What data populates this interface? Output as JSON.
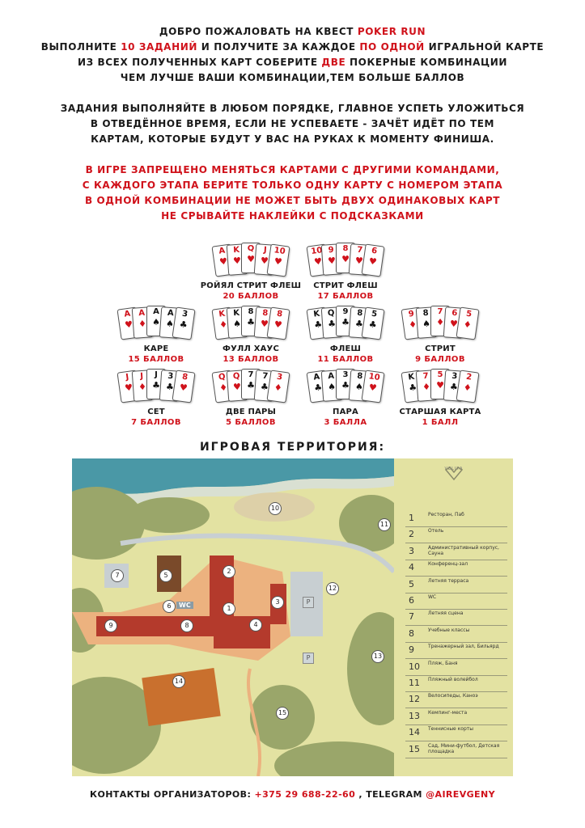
{
  "intro": {
    "l1a": "ДОБРО ПОЖАЛОВАТЬ НА КВЕСТ ",
    "l1b": "POKER RUN",
    "l2a": "ВЫПОЛНИТЕ ",
    "l2b": "10 ЗАДАНИЙ",
    "l2c": " И ПОЛУЧИТЕ ЗА КАЖДОЕ ",
    "l2d": "ПО ОДНОЙ",
    "l2e": " ИГРАЛЬНОЙ КАРТЕ",
    "l3a": "ИЗ ВСЕХ ПОЛУЧЕННЫХ КАРТ СОБЕРИТЕ ",
    "l3b": "ДВЕ",
    "l3c": " ПОКЕРНЫЕ КОМБИНАЦИИ",
    "l4": "ЧЕМ ЛУЧШЕ ВАШИ КОМБИНАЦИИ,ТЕМ БОЛЬШЕ БАЛЛОВ",
    "p2_1": "ЗАДАНИЯ  ВЫПОЛНЯЙТЕ В ЛЮБОМ ПОРЯДКЕ, ГЛАВНОЕ УСПЕТЬ УЛОЖИТЬСЯ",
    "p2_2": "В ОТВЕДЁННОЕ ВРЕМЯ, ЕСЛИ НЕ УСПЕВАЕТЕ - ЗАЧЁТ ИДЁТ ПО ТЕМ",
    "p2_3": "КАРТАМ, КОТОРЫЕ БУДУТ У ВАС НА РУКАХ К МОМЕНТУ ФИНИША."
  },
  "rules": [
    "В ИГРЕ ЗАПРЕЩЕНО МЕНЯТЬСЯ КАРТАМИ С ДРУГИМИ КОМАНДАМИ,",
    "С КАЖДОГО ЭТАПА БЕРИТЕ ТОЛЬКО ОДНУ КАРТУ С НОМЕРОМ ЭТАПА",
    "В ОДНОЙ КОМБИНАЦИИ НЕ МОЖЕТ БЫТЬ ДВУХ ОДИНАКОВЫХ КАРТ",
    "НЕ СРЫВАЙТЕ НАКЛЕЙКИ С ПОДСКАЗКАМИ"
  ],
  "hands": [
    {
      "name": "РОЙЯЛ СТРИТ ФЛЕШ",
      "points": "20 БАЛЛОВ",
      "cards": [
        [
          "A",
          "♥",
          "r"
        ],
        [
          "K",
          "♥",
          "r"
        ],
        [
          "Q",
          "♥",
          "r"
        ],
        [
          "J",
          "♥",
          "r"
        ],
        [
          "10",
          "♥",
          "r"
        ]
      ]
    },
    {
      "name": "СТРИТ ФЛЕШ",
      "points": "17 БАЛЛОВ",
      "cards": [
        [
          "10",
          "♥",
          "r"
        ],
        [
          "9",
          "♥",
          "r"
        ],
        [
          "8",
          "♥",
          "r"
        ],
        [
          "7",
          "♥",
          "r"
        ],
        [
          "6",
          "♥",
          "r"
        ]
      ]
    },
    {
      "name": "КАРЕ",
      "points": "15 БАЛЛОВ",
      "cards": [
        [
          "A",
          "♥",
          "r"
        ],
        [
          "A",
          "♦",
          "r"
        ],
        [
          "A",
          "♠",
          "b"
        ],
        [
          "A",
          "♠",
          "b"
        ],
        [
          "3",
          "♣",
          "b"
        ]
      ]
    },
    {
      "name": "ФУЛЛ ХАУС",
      "points": "13 БАЛЛОВ",
      "cards": [
        [
          "K",
          "♦",
          "r"
        ],
        [
          "K",
          "♠",
          "b"
        ],
        [
          "8",
          "♣",
          "b"
        ],
        [
          "8",
          "♥",
          "r"
        ],
        [
          "8",
          "♥",
          "r"
        ]
      ]
    },
    {
      "name": "ФЛЕШ",
      "points": "11 БАЛЛОВ",
      "cards": [
        [
          "K",
          "♣",
          "b"
        ],
        [
          "Q",
          "♣",
          "b"
        ],
        [
          "9",
          "♣",
          "b"
        ],
        [
          "8",
          "♣",
          "b"
        ],
        [
          "5",
          "♣",
          "b"
        ]
      ]
    },
    {
      "name": "СТРИТ",
      "points": "9 БАЛЛОВ",
      "cards": [
        [
          "9",
          "♦",
          "r"
        ],
        [
          "8",
          "♠",
          "b"
        ],
        [
          "7",
          "♦",
          "r"
        ],
        [
          "6",
          "♥",
          "r"
        ],
        [
          "5",
          "♦",
          "r"
        ]
      ]
    },
    {
      "name": "СЕТ",
      "points": "7 БАЛЛОВ",
      "cards": [
        [
          "J",
          "♥",
          "r"
        ],
        [
          "J",
          "♦",
          "r"
        ],
        [
          "J",
          "♣",
          "b"
        ],
        [
          "3",
          "♣",
          "b"
        ],
        [
          "8",
          "♥",
          "r"
        ]
      ]
    },
    {
      "name": "ДВЕ ПАРЫ",
      "points": "5 БАЛЛОВ",
      "cards": [
        [
          "Q",
          "♦",
          "r"
        ],
        [
          "Q",
          "♥",
          "r"
        ],
        [
          "7",
          "♣",
          "b"
        ],
        [
          "7",
          "♣",
          "b"
        ],
        [
          "3",
          "♦",
          "r"
        ]
      ]
    },
    {
      "name": "ПАРА",
      "points": "3 БАЛЛА",
      "cards": [
        [
          "A",
          "♣",
          "b"
        ],
        [
          "A",
          "♠",
          "b"
        ],
        [
          "3",
          "♣",
          "b"
        ],
        [
          "8",
          "♠",
          "b"
        ],
        [
          "10",
          "♥",
          "r"
        ]
      ]
    },
    {
      "name": "СТАРШАЯ КАРТА",
      "points": "1 БАЛЛ",
      "cards": [
        [
          "K",
          "♣",
          "b"
        ],
        [
          "7",
          "♦",
          "r"
        ],
        [
          "5",
          "♥",
          "r"
        ],
        [
          "3",
          "♣",
          "b"
        ],
        [
          "2",
          "♦",
          "r"
        ]
      ]
    }
  ],
  "territory_title": "ИГРОВАЯ  ТЕРРИТОРИЯ:",
  "map": {
    "logo_text": "VELIYA",
    "wc_label": "WC",
    "parking_label": "P",
    "legend": [
      {
        "num": "1",
        "text": "Рестоpан, Паб"
      },
      {
        "num": "2",
        "text": "Отель"
      },
      {
        "num": "3",
        "text": "Административный корпус, Сауна"
      },
      {
        "num": "4",
        "text": "Конференц-зал"
      },
      {
        "num": "5",
        "text": "Летняя терраса"
      },
      {
        "num": "6",
        "text": "WC"
      },
      {
        "num": "7",
        "text": "Летняя сцена"
      },
      {
        "num": "8",
        "text": "Учебные классы"
      },
      {
        "num": "9",
        "text": "Тренажерный зал, Бильярд"
      },
      {
        "num": "10",
        "text": "Пляж, Баня"
      },
      {
        "num": "11",
        "text": "Пляжный волейбол"
      },
      {
        "num": "12",
        "text": "Велосипеды, Каноэ"
      },
      {
        "num": "13",
        "text": "Кемпинг-места"
      },
      {
        "num": "14",
        "text": "Теннисные корты"
      },
      {
        "num": "15",
        "text": "Сад, Мини-футбол, Детская площадка"
      }
    ],
    "markers": [
      {
        "num": "1"
      },
      {
        "num": "2"
      },
      {
        "num": "3"
      },
      {
        "num": "4"
      },
      {
        "num": "5"
      },
      {
        "num": "6"
      },
      {
        "num": "7"
      },
      {
        "num": "8"
      },
      {
        "num": "9"
      },
      {
        "num": "10"
      },
      {
        "num": "11"
      },
      {
        "num": "12"
      },
      {
        "num": "13"
      },
      {
        "num": "14"
      },
      {
        "num": "15"
      }
    ]
  },
  "contacts": {
    "label": "КОНТАКТЫ ОРГАНИЗАТОРОВ:  ",
    "phone": "+375 29 688-22-60",
    "sep": " , TELEGRAM ",
    "telegram": "@AIREVGENY"
  },
  "colors": {
    "accent": "#d0121b",
    "water": "#4a98a6",
    "grass": "#e3e2a2",
    "trees": "#9aa66a",
    "roof": "#b43a2c",
    "path": "#ecb27f"
  }
}
